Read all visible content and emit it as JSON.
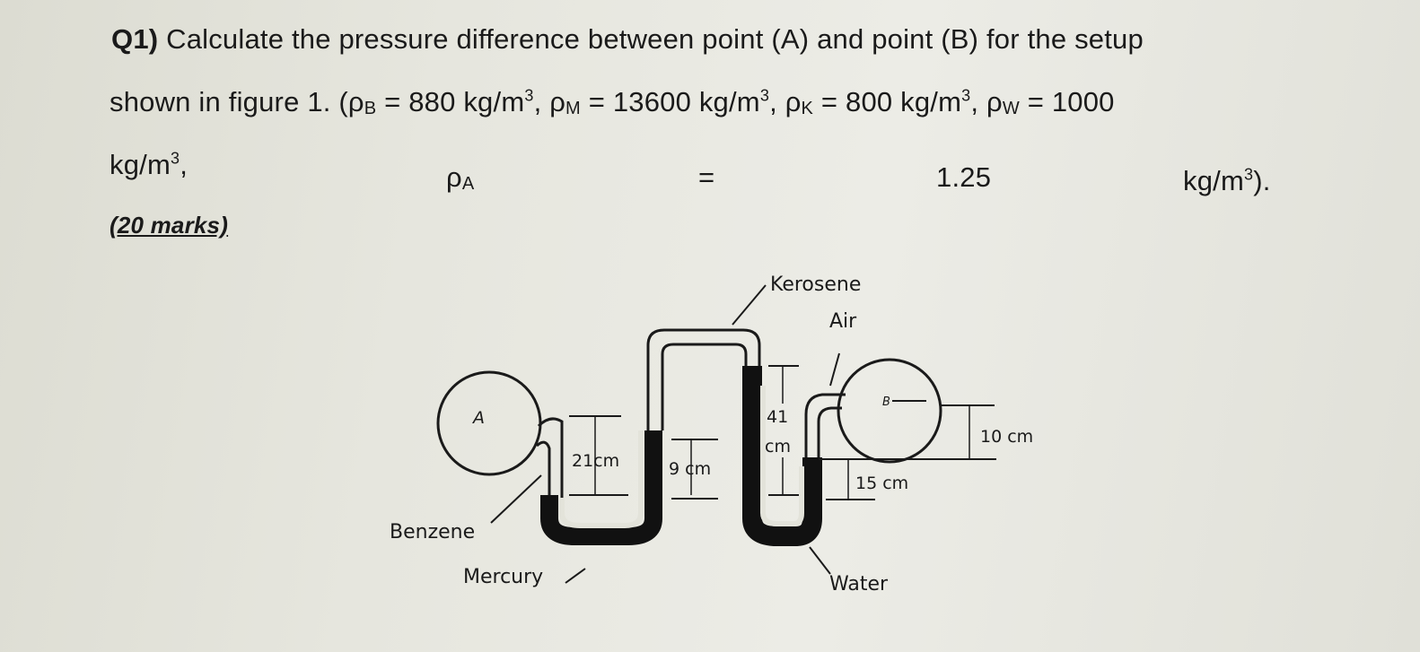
{
  "question": {
    "number": "Q1)",
    "line1_text": "Calculate the pressure difference between point (A) and point (B) for the setup",
    "line2_start": "shown in figure 1. (ρ",
    "rho_b_sub": "B",
    "rho_b_val": " = 880 kg/m",
    "rho_m_pre": ", ρ",
    "rho_m_sub": "M",
    "rho_m_val": " = 13600 kg/m",
    "rho_k_pre": ", ρ",
    "rho_k_sub": "K",
    "rho_k_val": " = 800 kg/m",
    "rho_w_pre": ", ρ",
    "rho_w_sub": "W",
    "rho_w_val": " = 1000",
    "line3_start": "kg/m",
    "line3_comma": ",",
    "rho_a": "ρ",
    "rho_a_sub": "A",
    "equals": "=",
    "rho_a_value": "1.25",
    "line3_end_unit": "kg/m",
    "line3_end_close": ").",
    "cube": "3",
    "marks": "(20 marks)"
  },
  "figure": {
    "kerosene": "Kerosene",
    "air": "Air",
    "point_a": "A",
    "point_b": "B",
    "dim_41": "41",
    "dim_41_unit": "cm",
    "dim_10": "10 cm",
    "dim_21": "21cm",
    "dim_9": "9 cm",
    "dim_15": "15 cm",
    "benzene": "Benzene",
    "mercury": "Mercury",
    "water": "Water"
  }
}
